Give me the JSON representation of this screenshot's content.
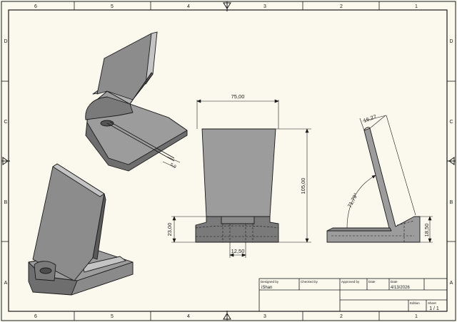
{
  "border": {
    "top_numbers": [
      "6",
      "5",
      "4",
      "3",
      "2",
      "1"
    ],
    "bottom_numbers": [
      "6",
      "5",
      "4",
      "3",
      "2",
      "1"
    ],
    "left_letters": [
      "D",
      "C",
      "B",
      "A"
    ],
    "right_letters": [
      "D",
      "C",
      "B",
      "A"
    ]
  },
  "dimensions": {
    "width_top": "75,00",
    "height_total": "105,00",
    "base_height": "23,00",
    "slot_width": "12,50",
    "thickness": "16,27",
    "angle": "71,79°",
    "side_base_height": "18,50",
    "iso_small": "5,0"
  },
  "title_block": {
    "designed_by_label": "Designed by",
    "checked_by_label": "Checked by",
    "approved_by_label": "Approved by",
    "date_label": "Date",
    "date_label_2": "Date",
    "designer": "iShan",
    "date": "4/13/2026",
    "edition_label": "Edition",
    "sheet_label": "Sheet",
    "sheet_value": "1 / 1"
  },
  "colors": {
    "paper": "#fbf9ee",
    "line": "#1a1a1a",
    "body_fill": "#9c9c9c",
    "dark_fill": "#6e6e6e",
    "light_fill": "#c4c4c4"
  }
}
